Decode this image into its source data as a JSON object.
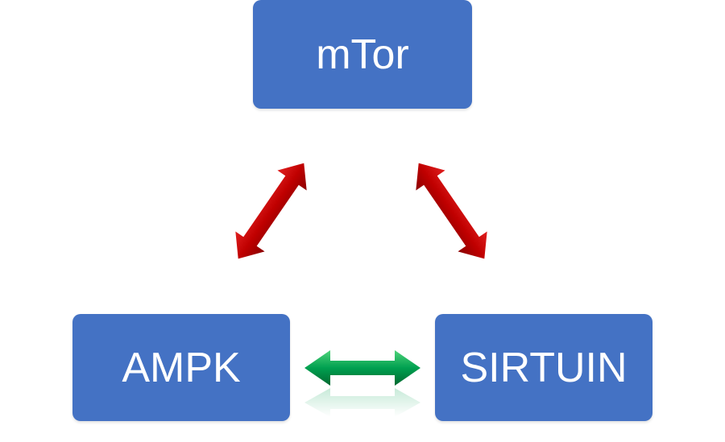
{
  "nodes": {
    "mtor": "mTor",
    "ampk": "AMPK",
    "sirtuin": "SIRTUIN"
  },
  "colors": {
    "node_fill": "#4472c4",
    "node_text": "#ffffff",
    "arrow_red": "#c00000",
    "arrow_green": "#00a050"
  },
  "arrows": [
    {
      "from": "mTor",
      "to": "AMPK",
      "color": "red",
      "direction": "bidirectional"
    },
    {
      "from": "mTor",
      "to": "SIRTUIN",
      "color": "red",
      "direction": "bidirectional"
    },
    {
      "from": "AMPK",
      "to": "SIRTUIN",
      "color": "green",
      "direction": "bidirectional"
    }
  ]
}
